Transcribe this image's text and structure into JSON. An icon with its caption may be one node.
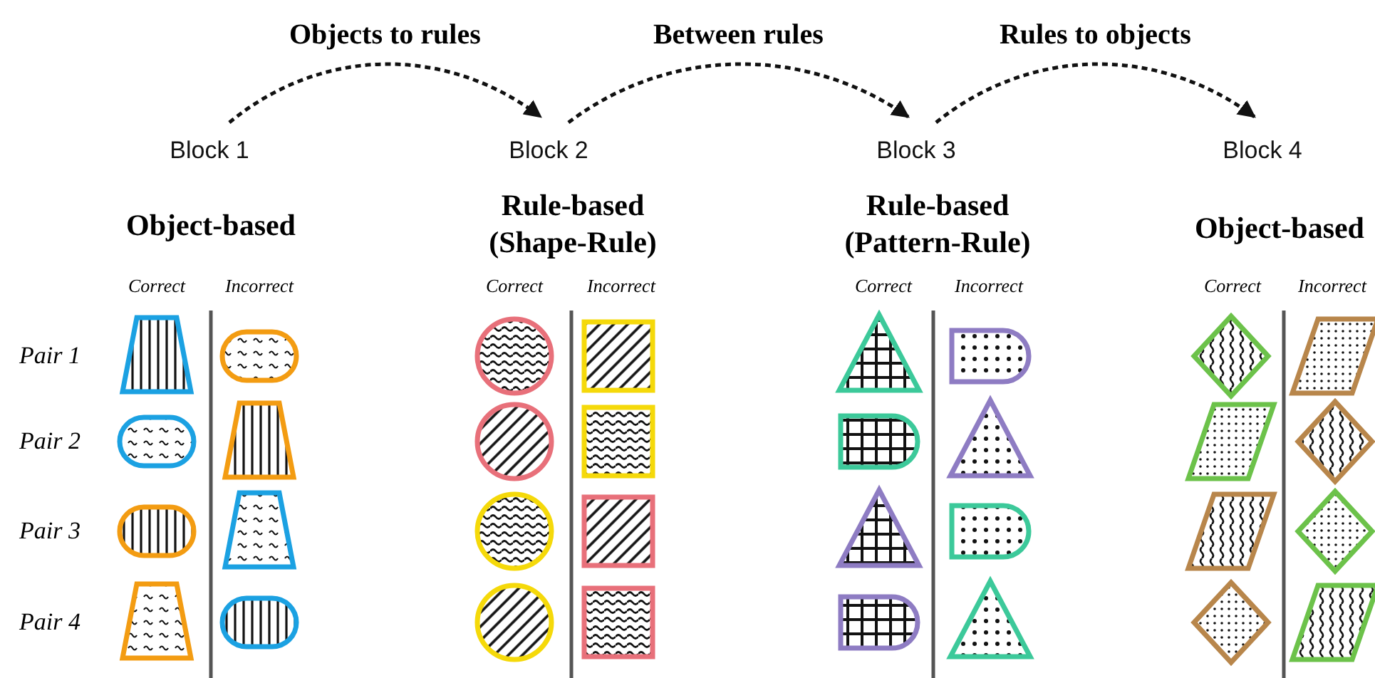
{
  "diagram": {
    "nodes": [
      {
        "text": [
          "Block 1"
        ]
      },
      {
        "text": [
          "Block 2"
        ]
      },
      {
        "text": [
          "Block 3"
        ]
      },
      {
        "text": [
          "Block 4"
        ]
      }
    ],
    "edges": [
      {
        "from": 0,
        "to": 1,
        "arrow": "to",
        "label": "Objects to rules",
        "style": "dashed"
      },
      {
        "from": 1,
        "to": 2,
        "arrow": "to",
        "label": "Between rules",
        "style": "dashed"
      },
      {
        "from": 2,
        "to": 3,
        "arrow": "to",
        "label": "Rules to objects",
        "style": "dashed"
      }
    ],
    "labels": [
      "Object-based",
      "Rule-based (Shape-Rule)",
      "Rule-based (Pattern-Rule)",
      "Object-based",
      "Correct",
      "Incorrect",
      "Correct",
      "Incorrect",
      "Correct",
      "Incorrect",
      "Correct",
      "Incorrect",
      "Pair 1",
      "Pair 2",
      "Pair 3",
      "Pair 4"
    ]
  }
}
